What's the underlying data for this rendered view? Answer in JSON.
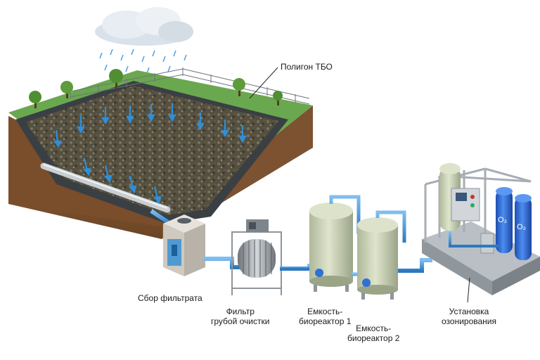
{
  "labels": {
    "landfill": "Полигон ТБО",
    "leachate_collection": "Сбор фильтрата",
    "coarse_filter_line1": "Фильтр",
    "coarse_filter_line2": "грубой очистки",
    "bioreactor1_line1": "Емкость-",
    "bioreactor1_line2": "биореактор 1",
    "bioreactor2_line1": "Емкость-",
    "bioreactor2_line2": "биореактор 2",
    "ozonation_line1": "Установка",
    "ozonation_line2": "озонирования",
    "ozone_symbol": "O₃"
  },
  "colors": {
    "grass": "#6aa84f",
    "soil": "#8a5a34",
    "liner": "#3a3f44",
    "waste": "#5c5648",
    "water_arrow": "#2f8fd8",
    "pipe_blue": "#3d8fd1",
    "tank_body": "#c9d1b2",
    "ozone_tank": "#2f6fd6",
    "frame": "#a7adb3"
  },
  "icons": [
    "rain-cloud-icon",
    "tree-icon",
    "fence-icon"
  ]
}
